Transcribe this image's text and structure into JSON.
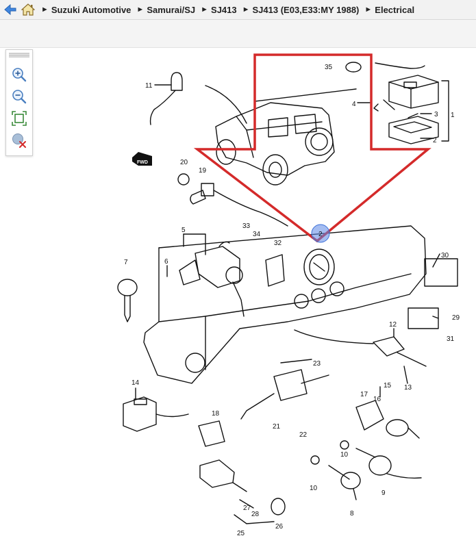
{
  "breadcrumb": {
    "items": [
      "Suzuki Automotive",
      "Samurai/SJ",
      "SJ413",
      "SJ413 (E03,E33:MY 1988)",
      "Electrical"
    ],
    "separator": "►"
  },
  "toolbar": {
    "icons": [
      "zoom-in-icon",
      "zoom-out-icon",
      "fit-screen-icon",
      "hide-hotspots-icon"
    ]
  },
  "diagram": {
    "part_labels": [
      "1",
      "2",
      "3",
      "4",
      "5",
      "6",
      "7",
      "9",
      "8",
      "10",
      "10",
      "11",
      "12",
      "13",
      "14",
      "15",
      "16",
      "17",
      "18",
      "19",
      "20",
      "21",
      "22",
      "23",
      "25",
      "26",
      "27",
      "28",
      "29",
      "30",
      "31",
      "32",
      "33",
      "34",
      "35"
    ],
    "arrow_label": "FWD",
    "hotspot_label": "2",
    "highlight_color": "#d42a2a",
    "hotspot_color": "#3b6fd8"
  }
}
